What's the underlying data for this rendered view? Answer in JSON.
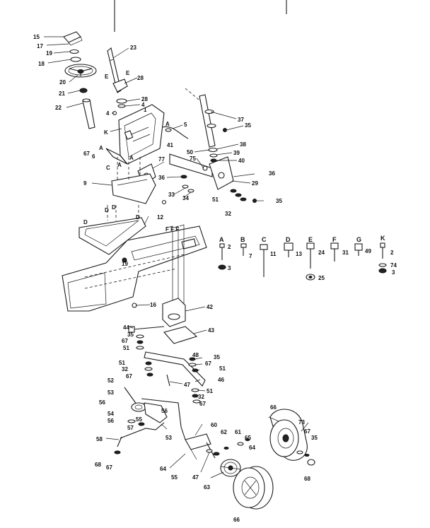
{
  "callouts": [
    {
      "id": "c15",
      "text": "15"
    },
    {
      "id": "c17",
      "text": "17"
    },
    {
      "id": "c19a",
      "text": "19"
    },
    {
      "id": "c18",
      "text": "18"
    },
    {
      "id": "c20",
      "text": "20"
    },
    {
      "id": "c21",
      "text": "21"
    },
    {
      "id": "c22",
      "text": "22"
    },
    {
      "id": "c23",
      "text": "23"
    },
    {
      "id": "c28a",
      "text": "28"
    },
    {
      "id": "c28b",
      "text": "28"
    },
    {
      "id": "c4a",
      "text": "4"
    },
    {
      "id": "c4b",
      "text": "4"
    },
    {
      "id": "c1a",
      "text": "1"
    },
    {
      "id": "cK1",
      "text": "K"
    },
    {
      "id": "cE1",
      "text": "E"
    },
    {
      "id": "cE2",
      "text": "E"
    },
    {
      "id": "c5",
      "text": "5"
    },
    {
      "id": "cA1",
      "text": "A"
    },
    {
      "id": "c37",
      "text": "37"
    },
    {
      "id": "c35a",
      "text": "35"
    },
    {
      "id": "c38",
      "text": "38"
    },
    {
      "id": "c39",
      "text": "39"
    },
    {
      "id": "c40",
      "text": "40"
    },
    {
      "id": "c50",
      "text": "50"
    },
    {
      "id": "c41",
      "text": "41"
    },
    {
      "id": "c75",
      "text": "75"
    },
    {
      "id": "c67a",
      "text": "67"
    },
    {
      "id": "c6",
      "text": "6"
    },
    {
      "id": "c77",
      "text": "77"
    },
    {
      "id": "cA2",
      "text": "A"
    },
    {
      "id": "cA3",
      "text": "A"
    },
    {
      "id": "cC1",
      "text": "C"
    },
    {
      "id": "cA4",
      "text": "A"
    },
    {
      "id": "c9",
      "text": "9"
    },
    {
      "id": "c36a",
      "text": "36"
    },
    {
      "id": "c36b",
      "text": "36"
    },
    {
      "id": "c29",
      "text": "29"
    },
    {
      "id": "c33",
      "text": "33"
    },
    {
      "id": "c34",
      "text": "34"
    },
    {
      "id": "c51a",
      "text": "51"
    },
    {
      "id": "c32a",
      "text": "32"
    },
    {
      "id": "c35b",
      "text": "35"
    },
    {
      "id": "cD1",
      "text": "D"
    },
    {
      "id": "cD2",
      "text": "D"
    },
    {
      "id": "cD3",
      "text": "D"
    },
    {
      "id": "cD4",
      "text": "D"
    },
    {
      "id": "c12",
      "text": "12"
    },
    {
      "id": "c19b",
      "text": "19"
    },
    {
      "id": "cFs",
      "text": "F F F"
    },
    {
      "id": "c16",
      "text": "16"
    },
    {
      "id": "c42",
      "text": "42"
    },
    {
      "id": "c44",
      "text": "44"
    },
    {
      "id": "c35c",
      "text": "35"
    },
    {
      "id": "c67b",
      "text": "67"
    },
    {
      "id": "c51b",
      "text": "51"
    },
    {
      "id": "c43",
      "text": "43"
    },
    {
      "id": "c48",
      "text": "48"
    },
    {
      "id": "c35d",
      "text": "35"
    },
    {
      "id": "c67c",
      "text": "67"
    },
    {
      "id": "c51c",
      "text": "51"
    },
    {
      "id": "c51d",
      "text": "51"
    },
    {
      "id": "c32b",
      "text": "32"
    },
    {
      "id": "c67d",
      "text": "67"
    },
    {
      "id": "c52",
      "text": "52"
    },
    {
      "id": "c47a",
      "text": "47"
    },
    {
      "id": "c46",
      "text": "46"
    },
    {
      "id": "c51e",
      "text": "51"
    },
    {
      "id": "c32c",
      "text": "32"
    },
    {
      "id": "c67e",
      "text": "67"
    },
    {
      "id": "c53a",
      "text": "53"
    },
    {
      "id": "c56a",
      "text": "56"
    },
    {
      "id": "c54",
      "text": "54"
    },
    {
      "id": "c56b",
      "text": "56"
    },
    {
      "id": "c55a",
      "text": "55"
    },
    {
      "id": "c56c",
      "text": "56"
    },
    {
      "id": "c57",
      "text": "57"
    },
    {
      "id": "c53b",
      "text": "53"
    },
    {
      "id": "c58",
      "text": "58"
    },
    {
      "id": "c68a",
      "text": "68"
    },
    {
      "id": "c67f",
      "text": "67"
    },
    {
      "id": "c60",
      "text": "60"
    },
    {
      "id": "c62",
      "text": "62"
    },
    {
      "id": "c61",
      "text": "61"
    },
    {
      "id": "c65",
      "text": "65"
    },
    {
      "id": "c64a",
      "text": "64"
    },
    {
      "id": "c64b",
      "text": "64"
    },
    {
      "id": "c55b",
      "text": "55"
    },
    {
      "id": "c47b",
      "text": "47"
    },
    {
      "id": "c63",
      "text": "63"
    },
    {
      "id": "c66a",
      "text": "66"
    },
    {
      "id": "c66b",
      "text": "66"
    },
    {
      "id": "c73",
      "text": "73"
    },
    {
      "id": "c67g",
      "text": "67"
    },
    {
      "id": "c35e",
      "text": "35"
    },
    {
      "id": "c68b",
      "text": "68"
    }
  ],
  "hardware_key": [
    {
      "letter": "A",
      "part": "2",
      "extra": "3"
    },
    {
      "letter": "B",
      "part": "7",
      "extra": ""
    },
    {
      "letter": "C",
      "part": "11",
      "extra": ""
    },
    {
      "letter": "D",
      "part": "13",
      "extra": ""
    },
    {
      "letter": "E",
      "part": "24",
      "extra": "25"
    },
    {
      "letter": "F",
      "part": "31",
      "extra": ""
    },
    {
      "letter": "G",
      "part": "49",
      "extra": ""
    },
    {
      "letter": "K",
      "part": "2",
      "extra": "74"
    },
    {
      "letter": "",
      "part": "",
      "extra": "3"
    }
  ]
}
